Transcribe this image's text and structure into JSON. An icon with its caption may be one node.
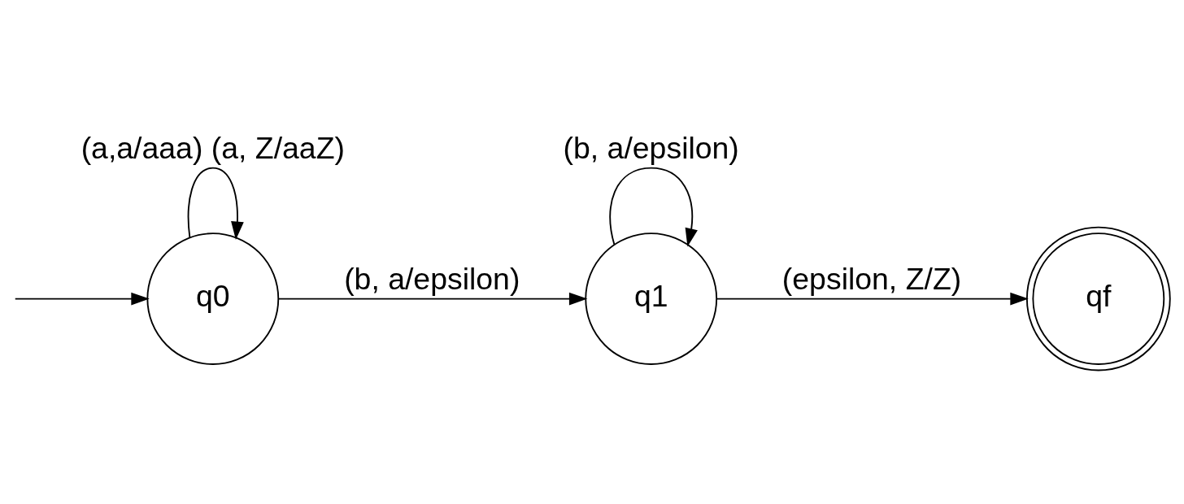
{
  "diagram": {
    "nodes": [
      {
        "text": [
          "q0"
        ]
      },
      {
        "text": [
          "q1"
        ]
      },
      {
        "text": [
          "qf"
        ]
      }
    ],
    "edges": [
      {
        "from": null,
        "to": 0,
        "arrow": "to"
      },
      {
        "from": 0,
        "to": 0,
        "arrow": "to",
        "label": "(a,a/aaa) (a, Z/aaZ)"
      },
      {
        "from": 0,
        "to": 1,
        "arrow": "to",
        "label": "(b, a/epsilon)"
      },
      {
        "from": 1,
        "to": 1,
        "arrow": "to",
        "label": "(b, a/epsilon)"
      },
      {
        "from": 1,
        "to": 2,
        "arrow": "to",
        "label": "(epsilon, Z/Z)"
      }
    ]
  }
}
